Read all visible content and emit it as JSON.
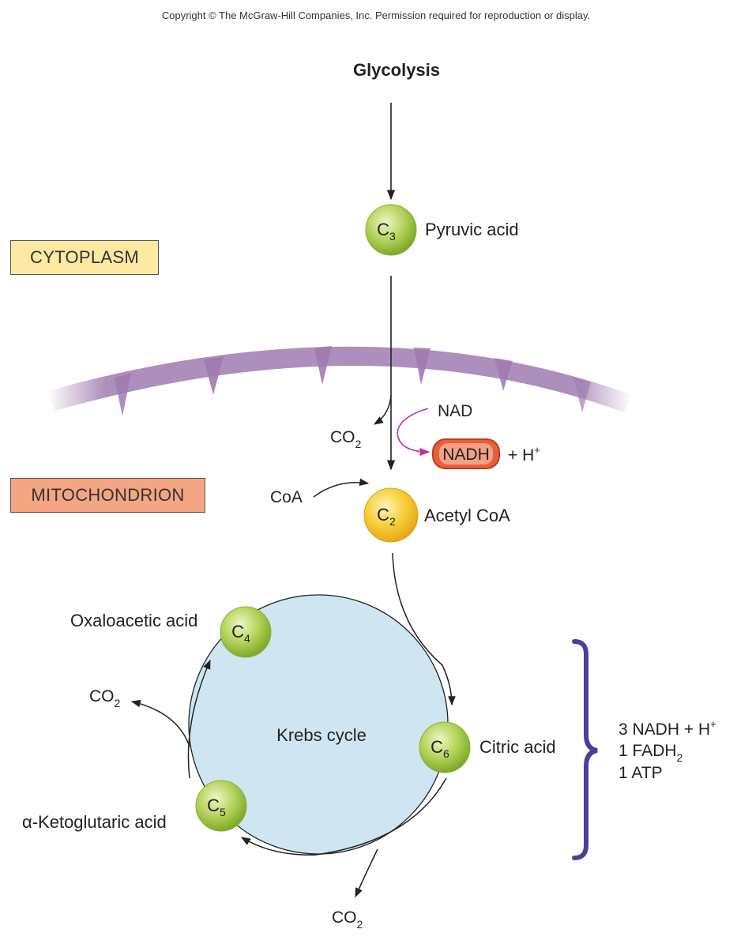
{
  "copyright": "Copyright © The McGraw-Hill Companies, Inc. Permission required for reproduction or display.",
  "labels": {
    "glycolysis": "Glycolysis",
    "cytoplasm": "CYTOPLASM",
    "mitochondrion": "MITOCHONDRION",
    "pyruvic_acid": "Pyruvic acid",
    "acetyl_coa": "Acetyl CoA",
    "coa": "CoA",
    "nad": "NAD",
    "nadh": "NADH",
    "plus_h": "+ H",
    "plus_sup": "+",
    "co2_base": "CO",
    "co2_sub": "2",
    "krebs_cycle": "Krebs cycle",
    "oxaloacetic_acid": "Oxaloacetic acid",
    "citric_acid": "Citric acid",
    "ketoglutaric_acid": "α-Ketoglutaric acid"
  },
  "nodes": {
    "c3": {
      "base": "C",
      "sub": "3"
    },
    "c2": {
      "base": "C",
      "sub": "2"
    },
    "c4": {
      "base": "C",
      "sub": "4"
    },
    "c6": {
      "base": "C",
      "sub": "6"
    },
    "c5": {
      "base": "C",
      "sub": "5"
    }
  },
  "yield": {
    "line1": "3 NADH + H",
    "line1_sup": "+",
    "line2": "1 FADH",
    "line2_sub": "2",
    "line3": "1 ATP"
  },
  "colors": {
    "green_node": "#9cc13a",
    "yellow_node": "#f5c72c",
    "membrane": "#a07ab0",
    "cycle_fill": "#cfe6f2",
    "nadh_box": "#e8603a",
    "magenta_arrow": "#cc2f9c",
    "bracket": "#4a3f99",
    "cytoplasm_box": "#fde9a2",
    "mitochondrion_box": "#f4a582"
  }
}
